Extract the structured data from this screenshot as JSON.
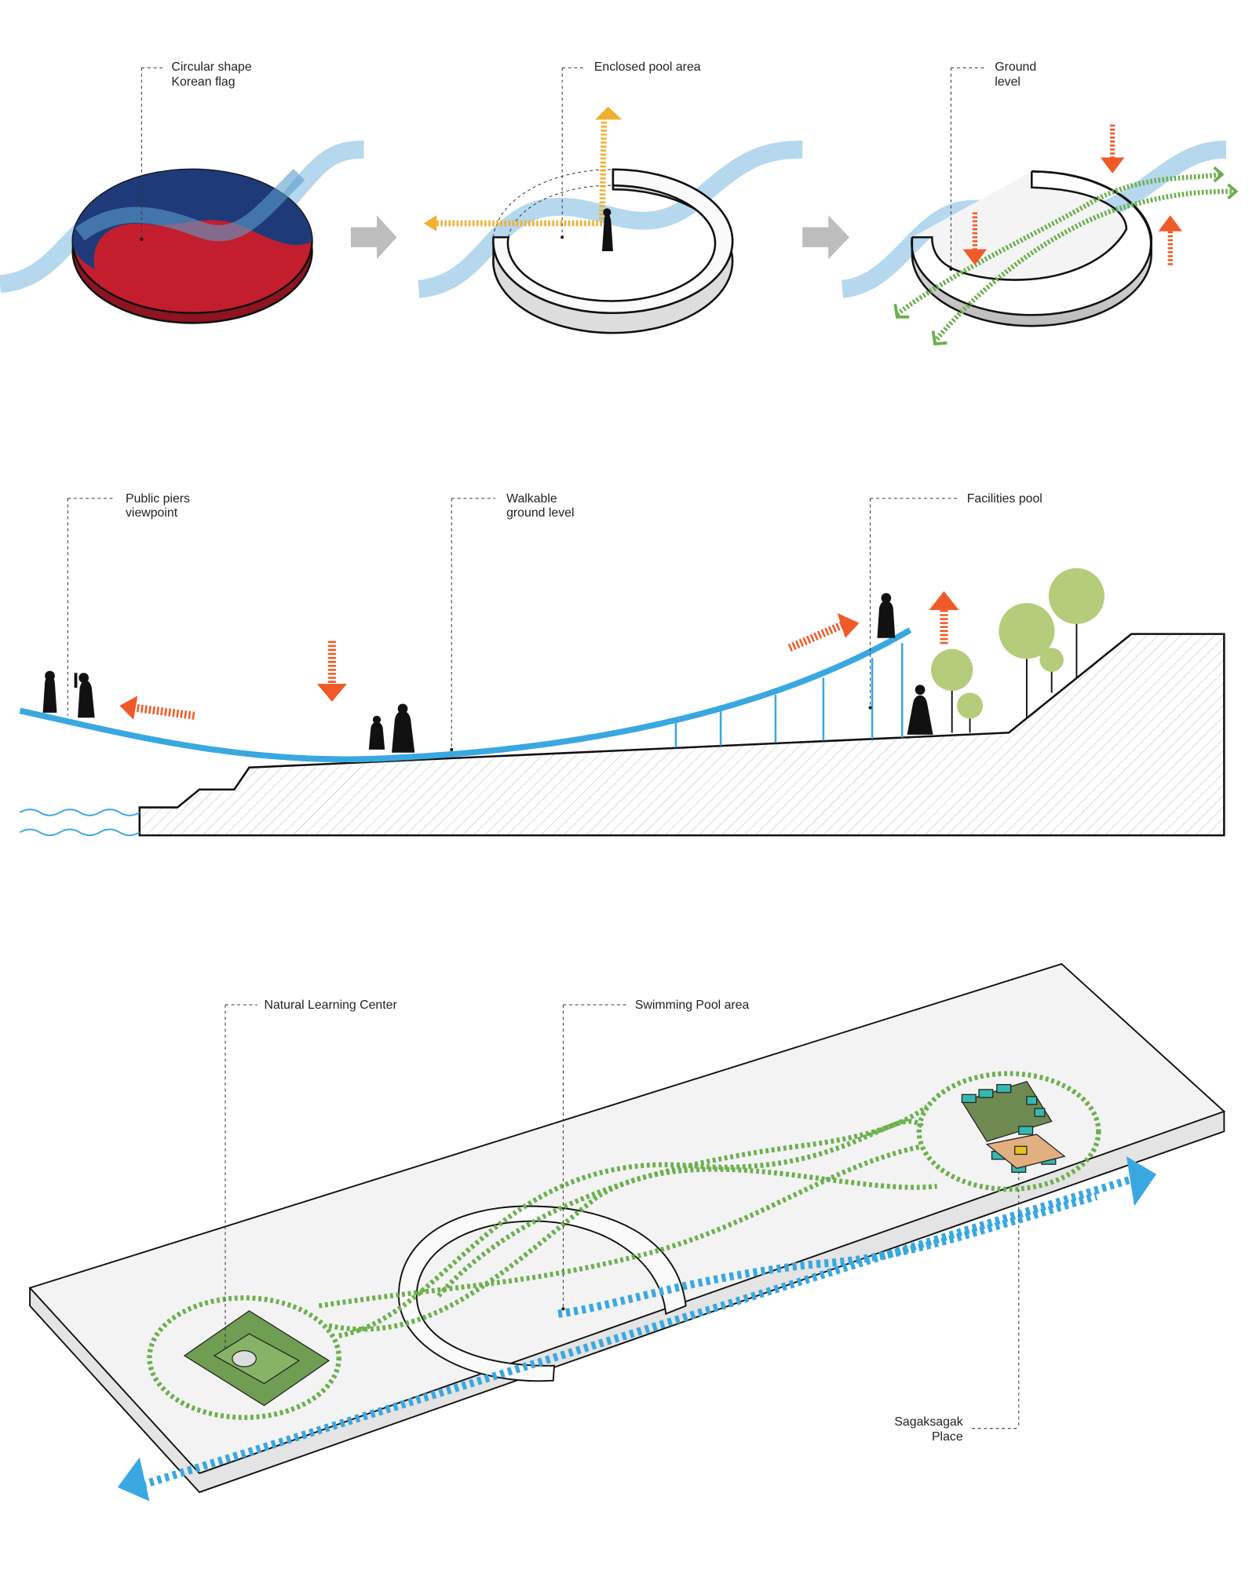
{
  "concept": {
    "step1": {
      "line1": "Circular shape",
      "line2": "Korean flag"
    },
    "step2": {
      "line1": "Enclosed pool area"
    },
    "step3": {
      "line1": "Ground",
      "line2": "level"
    }
  },
  "section": {
    "piers": {
      "line1": "Public piers",
      "line2": "viewpoint"
    },
    "walkable": {
      "line1": "Walkable",
      "line2": "ground level"
    },
    "facilities": {
      "line1": "Facilities pool"
    }
  },
  "plan": {
    "learning": {
      "line1": "Natural Learning Center"
    },
    "pool": {
      "line1": "Swimming Pool area"
    },
    "sagak": {
      "line1": "Sagaksagak",
      "line2": "Place"
    }
  },
  "colors": {
    "flag_blue": "#1f3a78",
    "flag_red": "#c41e2e",
    "water": "#9ccbe8",
    "path_blue": "#3aa8e0",
    "orange": "#f05a28",
    "yellow": "#f0b030",
    "green": "#6ab04c",
    "tree": "#b5cc7a"
  }
}
